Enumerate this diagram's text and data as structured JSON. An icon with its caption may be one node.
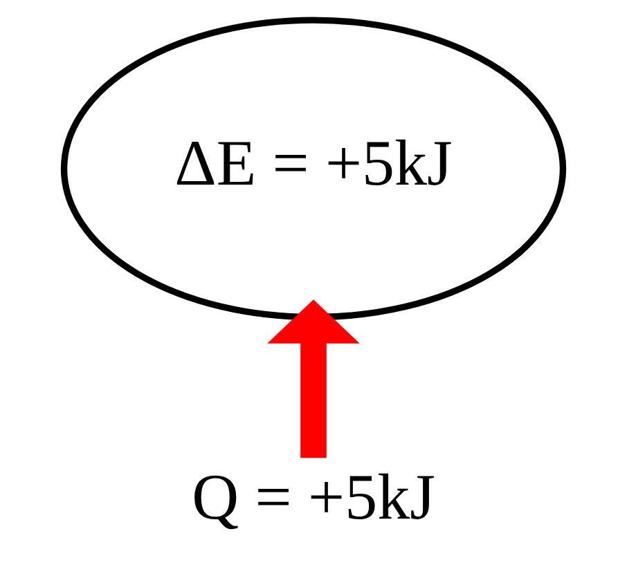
{
  "diagram": {
    "nodes": [
      {
        "text": [
          "ΔE = +5kJ"
        ]
      },
      {
        "text": [
          "Q = +5kJ"
        ]
      }
    ],
    "edges": [
      {
        "from": 1,
        "to": 0,
        "arrow": "to",
        "color": "#ff0000"
      }
    ]
  }
}
